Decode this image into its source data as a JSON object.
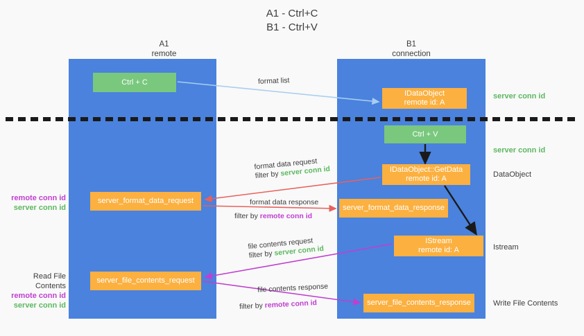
{
  "title": {
    "line1": "A1 - Ctrl+C",
    "line2": "B1 - Ctrl+V"
  },
  "columns": [
    {
      "name": "A1",
      "sublabel": "remote"
    },
    {
      "name": "B1",
      "sublabel": "connection"
    }
  ],
  "boxes": {
    "ctrl_c": "Ctrl + C",
    "get_data_object": {
      "line1": "IDataObject",
      "line2": "remote id: A"
    },
    "ctrl_v": "Ctrl + V",
    "get_data": {
      "line1": "IDataObject::GetData",
      "line2": "remote id: A"
    },
    "format_data_request": "server_format_data_request",
    "format_data_response": "server_format_data_response",
    "istream": {
      "line1": "IStream",
      "line2": "remote id: A"
    },
    "file_contents_request": "server_file_contents_request",
    "file_contents_response": "server_file_contents_response"
  },
  "annotations": {
    "right": {
      "server_conn_id_top": "server conn id",
      "server_conn_id_mid": "server conn id",
      "data_object": "DataObject",
      "istream": "Istream",
      "write_file_contents": "Write File Contents"
    },
    "left": {
      "remote_conn_id_1": "remote conn id",
      "server_conn_id_1": "server conn id",
      "read_file_contents": "Read File Contents",
      "remote_conn_id_2": "remote conn id",
      "server_conn_id_2": "server conn id"
    }
  },
  "arrow_labels": {
    "format_list": "format list",
    "format_data_request": "format data request",
    "format_data_request_filter_prefix": "filter by ",
    "format_data_request_filter_value": "server conn id",
    "format_data_response": "format data response",
    "format_data_response_filter_prefix": "filter by ",
    "format_data_response_filter_value": "remote conn id",
    "file_contents_request": "file contents request",
    "file_contents_request_filter_prefix": "filter by ",
    "file_contents_request_filter_value": "server conn id",
    "file_contents_response": "file contents response",
    "file_contents_response_filter_prefix": "filter by ",
    "file_contents_response_filter_value": "remote conn id"
  },
  "colors": {
    "lane_blue": "#4a82dd",
    "box_green": "#79c87e",
    "box_orange": "#fbb040",
    "arrow_lightblue": "#a8cdf0",
    "arrow_red": "#e8615c",
    "arrow_magenta": "#c03fd0",
    "arrow_black": "#1a1a1a",
    "text_green": "#5cb860",
    "text_purple": "#c03fd0",
    "background": "#f9f9f9"
  }
}
